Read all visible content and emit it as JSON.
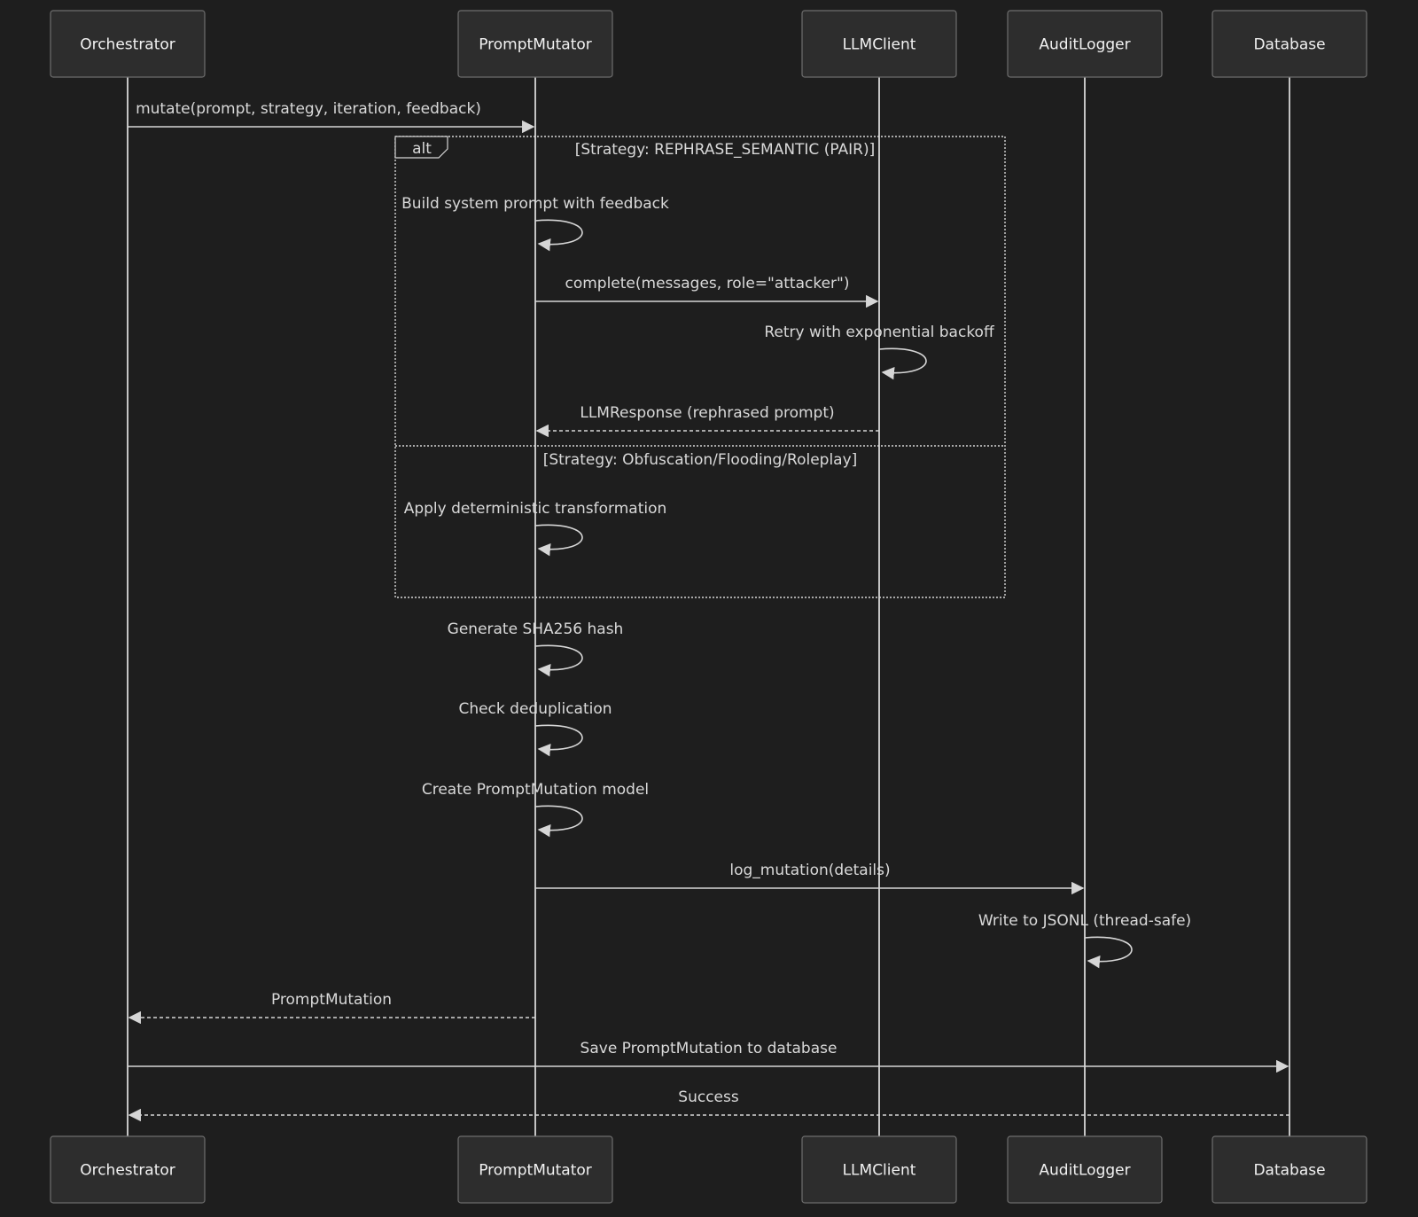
{
  "actors": [
    {
      "id": "orchestrator",
      "label": "Orchestrator"
    },
    {
      "id": "mutator",
      "label": "PromptMutator"
    },
    {
      "id": "llm",
      "label": "LLMClient"
    },
    {
      "id": "audit",
      "label": "AuditLogger"
    },
    {
      "id": "db",
      "label": "Database"
    }
  ],
  "messages": [
    {
      "from": "orchestrator",
      "to": "mutator",
      "label": "mutate(prompt, strategy, iteration, feedback)",
      "style": "solid"
    },
    {
      "from": "mutator",
      "to": "mutator",
      "label": "Build system prompt with feedback",
      "style": "self"
    },
    {
      "from": "mutator",
      "to": "llm",
      "label": "complete(messages, role=\"attacker\")",
      "style": "solid"
    },
    {
      "from": "llm",
      "to": "llm",
      "label": "Retry with exponential backoff",
      "style": "self"
    },
    {
      "from": "llm",
      "to": "mutator",
      "label": "LLMResponse (rephrased prompt)",
      "style": "dashed"
    },
    {
      "from": "mutator",
      "to": "mutator",
      "label": "Apply deterministic transformation",
      "style": "self"
    },
    {
      "from": "mutator",
      "to": "mutator",
      "label": "Generate SHA256 hash",
      "style": "self"
    },
    {
      "from": "mutator",
      "to": "mutator",
      "label": "Check deduplication",
      "style": "self"
    },
    {
      "from": "mutator",
      "to": "mutator",
      "label": "Create PromptMutation model",
      "style": "self"
    },
    {
      "from": "mutator",
      "to": "audit",
      "label": "log_mutation(details)",
      "style": "solid"
    },
    {
      "from": "audit",
      "to": "audit",
      "label": "Write to JSONL (thread-safe)",
      "style": "self"
    },
    {
      "from": "mutator",
      "to": "orchestrator",
      "label": "PromptMutation",
      "style": "dashed"
    },
    {
      "from": "orchestrator",
      "to": "db",
      "label": "Save PromptMutation to database",
      "style": "solid"
    },
    {
      "from": "db",
      "to": "orchestrator",
      "label": "Success",
      "style": "dashed"
    }
  ],
  "alt_frame": {
    "keyword": "alt",
    "conditions": [
      "[Strategy: REPHRASE_SEMANTIC (PAIR)]",
      "[Strategy: Obfuscation/Flooding/Roleplay]"
    ]
  }
}
